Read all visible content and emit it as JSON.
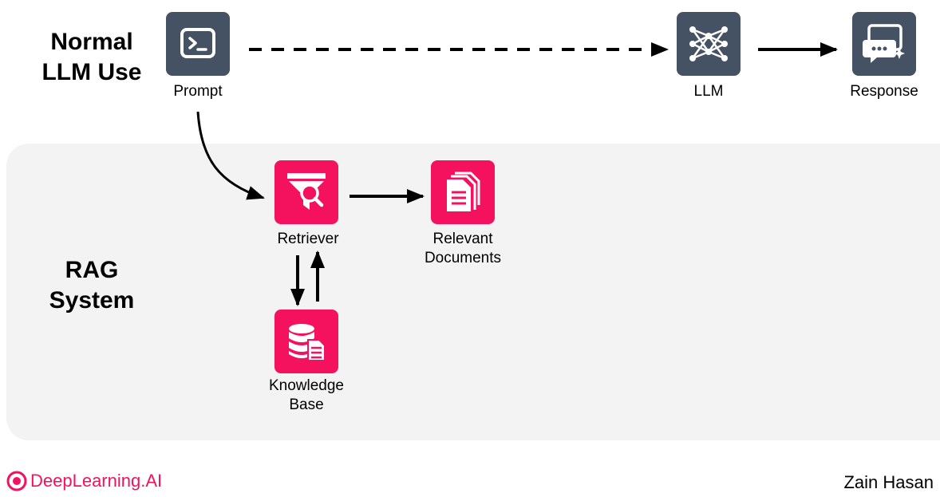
{
  "sections": {
    "normal": "Normal\nLLM Use",
    "rag": "RAG\nSystem"
  },
  "nodes": {
    "prompt": "Prompt",
    "llm": "LLM",
    "response": "Response",
    "retriever": "Retriever",
    "relevant_documents": "Relevant\nDocuments",
    "knowledge_base": "Knowledge\nBase"
  },
  "footer": {
    "logo": "DeepLearning.AI",
    "author": "Zain Hasan"
  },
  "colors": {
    "dark_tile": "#455264",
    "accent": "#f4125f",
    "rag_background": "#f3f3f3"
  },
  "icons": {
    "prompt": "terminal-icon",
    "llm": "neural-network-icon",
    "response": "chat-bubble-sparkle-icon",
    "retriever": "funnel-search-icon",
    "relevant_documents": "documents-icon",
    "knowledge_base": "database-document-icon"
  }
}
